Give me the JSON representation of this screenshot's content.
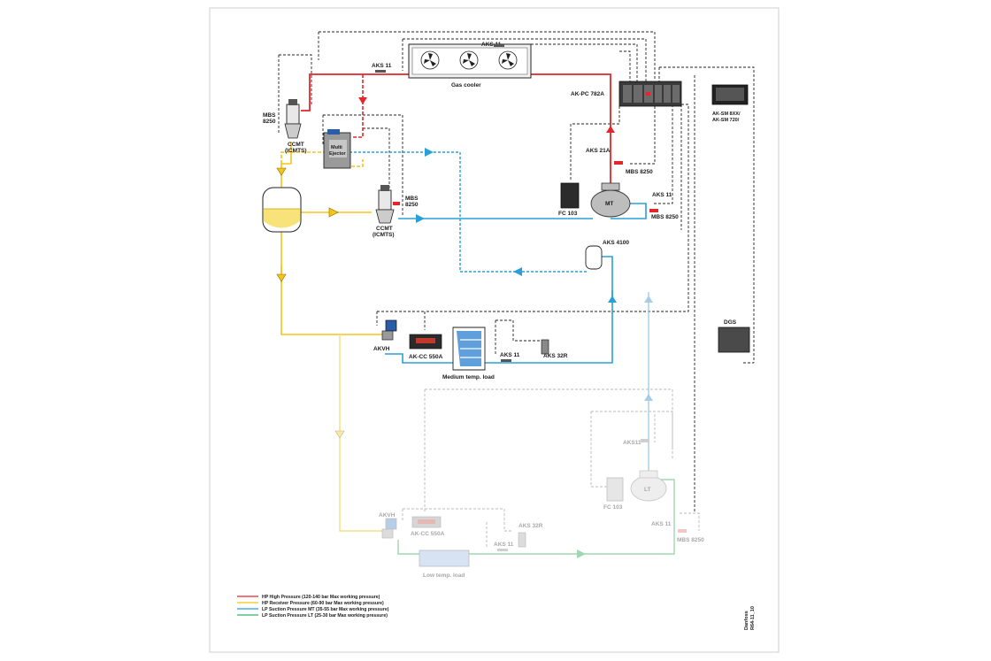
{
  "labels": {
    "gas_cooler": "Gas cooler",
    "aks11_top": "AKS 11",
    "aks11_left": "AKS 11",
    "mbs_left_1": "MBS",
    "mbs_left_2": "8250",
    "ccmt_left_1": "CCMT",
    "ccmt_left_2": "(ICMTS)",
    "ak_pc": "AK-PC 782A",
    "aks21a": "AKS 21A",
    "mbs8250_mid": "MBS 8250",
    "ak_sm_1": "AK-SM 8XX/",
    "ak_sm_2": "AK-SM 720/",
    "fc103": "FC 103",
    "mt": "MT",
    "aks11_right": "AKS 11",
    "mbs8250_right": "MBS 8250",
    "mbs_center_1": "MBS",
    "mbs_center_2": "8250",
    "ccmt_center_1": "CCMT",
    "ccmt_center_2": "(ICMTS)",
    "aks4100": "AKS 4100",
    "dgs": "DGS",
    "akvh": "AKVH",
    "akcc550a": "AK-CC 550A",
    "aks11_load": "AKS 11",
    "aks32r": "AKS 32R",
    "medium_load": "Medium temp. load",
    "multi_ejector_1": "Multi",
    "multi_ejector_2": "Ejector",
    "aks11_lt": "AKS11",
    "fc103_lt": "FC 103",
    "lt": "LT",
    "aks11_lt_right": "AKS 11",
    "mbs8250_lt": "MBS 8250",
    "akvh_lt": "AKVH",
    "akcc550a_lt": "AK-CC 550A",
    "aks32r_lt": "AKS 32R",
    "aks11_lt_load": "AKS 11",
    "low_load": "Low temp. load",
    "danfoss_1": "Danfoss",
    "danfoss_2": "R64-11_10"
  },
  "legend": [
    {
      "text": "HP High Pressure (120-140 bar Max working pressure)",
      "color": "#e3262b"
    },
    {
      "text": "HP Receiver Pressure (60-90 bar Max working pressure)",
      "color": "#f5c518"
    },
    {
      "text": "LP Suction Pressure MT (35-55 bar Max working pressure)",
      "color": "#2a9fd8"
    },
    {
      "text": "LP Suction Pressure LT (25-30 bar Max working pressure)",
      "color": "#33b26b"
    }
  ],
  "colors": {
    "high_pressure": "#e3262b",
    "receiver_pressure": "#f5c518",
    "suction_mt": "#2a9fd8",
    "suction_lt": "#33b26b",
    "signal": "#222222"
  }
}
